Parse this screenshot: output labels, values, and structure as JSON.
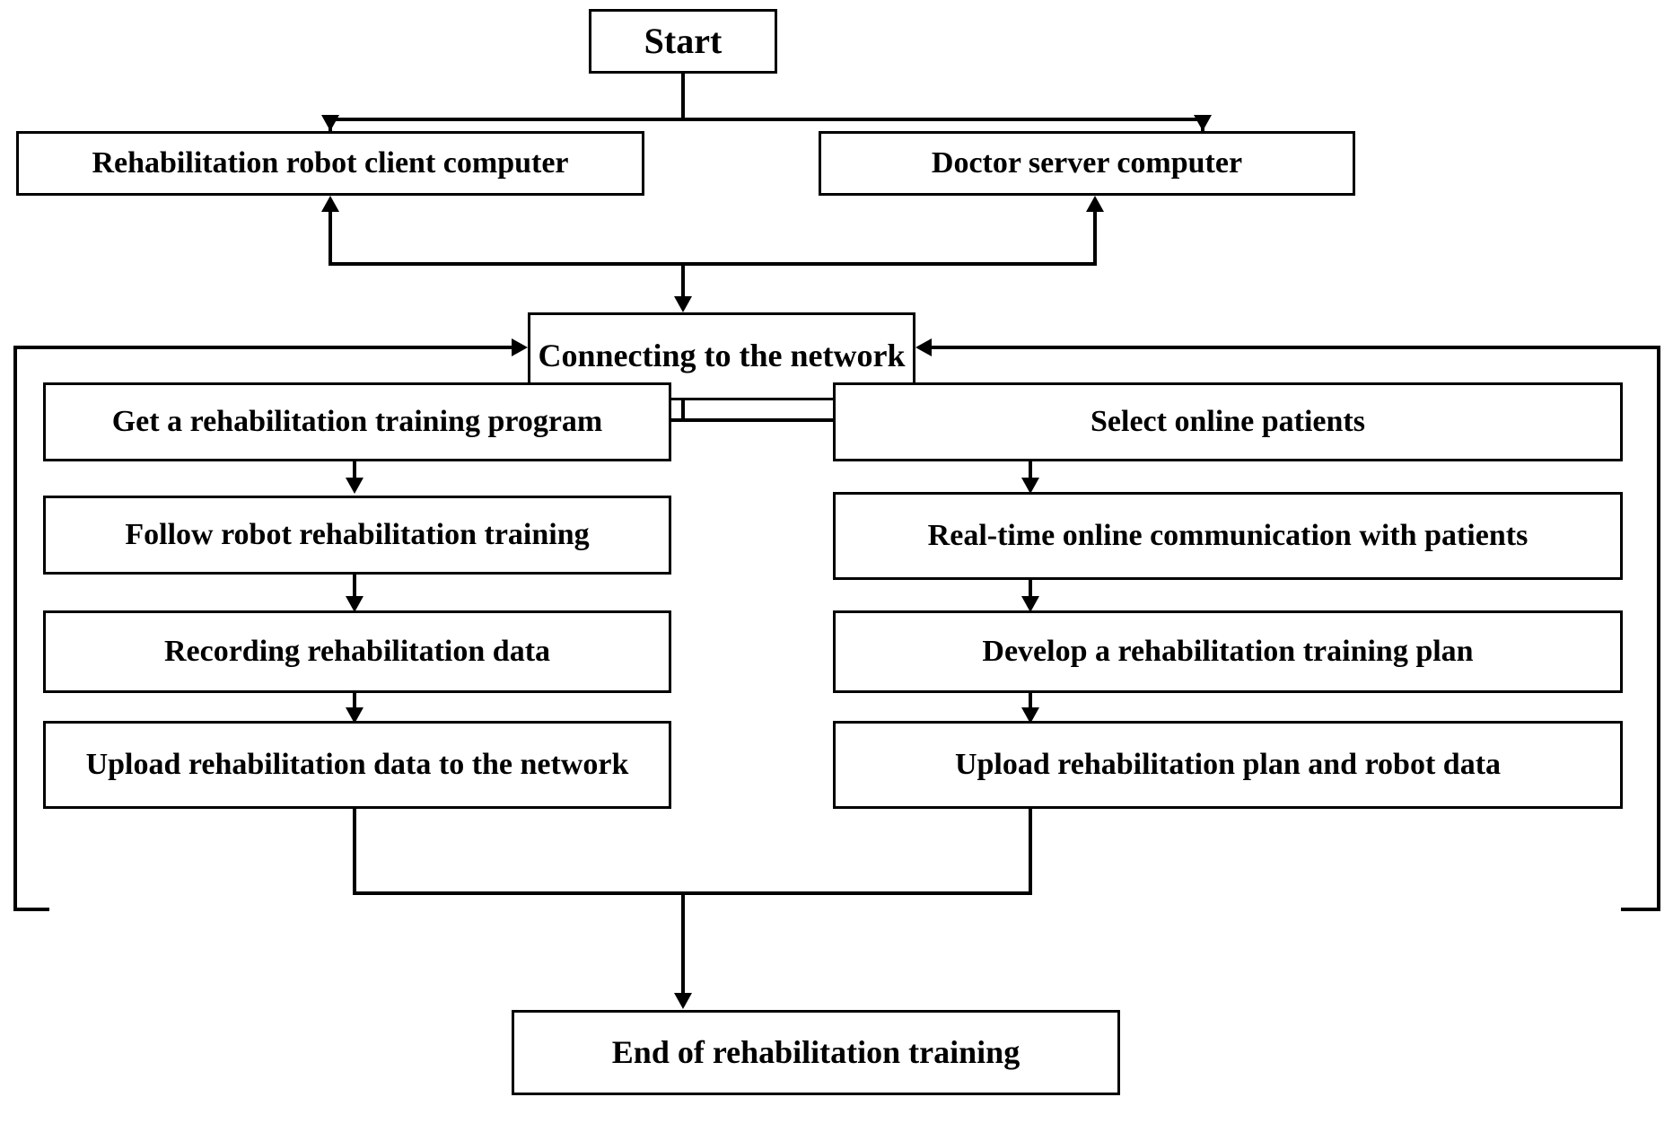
{
  "diagram": {
    "title": "Rehabilitation robot tele-rehabilitation workflow flowchart",
    "type": "flowchart",
    "colors": {
      "line": "#000000",
      "box_fill": "#ffffff",
      "text": "#000000",
      "background": "#ffffff"
    },
    "nodes": {
      "start": "Start",
      "client_computer": "Rehabilitation robot client computer",
      "server_computer": "Doctor server computer",
      "connect_network": "Connecting to the network",
      "left_1": "Get a rehabilitation training program",
      "left_2": "Follow robot rehabilitation training",
      "left_3": "Recording rehabilitation data",
      "left_4": "Upload rehabilitation data to the network",
      "right_1": "Select online patients",
      "right_2": "Real-time online communication with patients",
      "right_3": "Develop a rehabilitation training plan",
      "right_4": "Upload rehabilitation plan and robot data",
      "end": "End of rehabilitation training"
    }
  }
}
